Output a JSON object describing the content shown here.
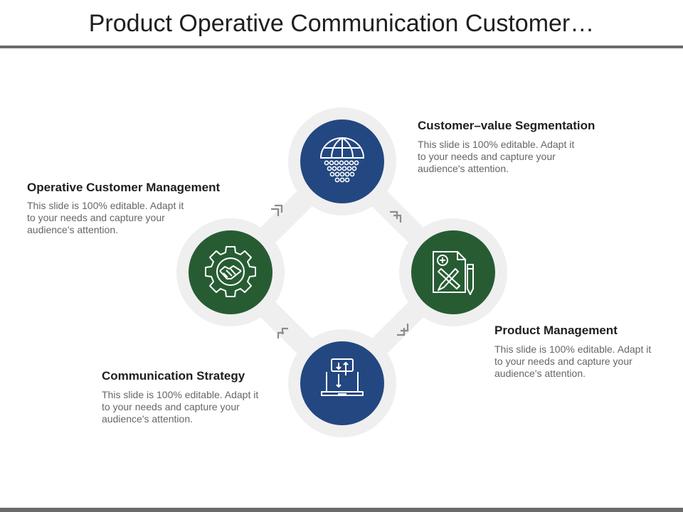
{
  "slide": {
    "title": "Product Operative Communication Customer…"
  },
  "nodes": [
    {
      "id": "customer-value-segmentation",
      "title": "Customer–value Segmentation",
      "description": "This slide is 100% editable. Adapt it to your needs and capture your audience's attention.",
      "color": "#234780",
      "icon": "globe-dots-icon"
    },
    {
      "id": "product-management",
      "title": "Product Management",
      "description": "This slide is 100% editable. Adapt it to your needs and capture your audience's attention.",
      "color": "#275c33",
      "icon": "document-tools-icon"
    },
    {
      "id": "communication-strategy",
      "title": "Communication Strategy",
      "description": "This slide is 100% editable. Adapt it to your needs and capture your audience's attention.",
      "color": "#234780",
      "icon": "laptop-phone-icon"
    },
    {
      "id": "operative-customer-management",
      "title": "Operative Customer Management",
      "description": "This slide is 100% editable. Adapt it to your needs and capture your audience's attention.",
      "color": "#275c33",
      "icon": "gear-handshake-icon"
    }
  ],
  "colors": {
    "ring": "#efefef",
    "connector": "#efefef",
    "arrow": "#8c8c8c",
    "rule": "#6b6b6b"
  }
}
